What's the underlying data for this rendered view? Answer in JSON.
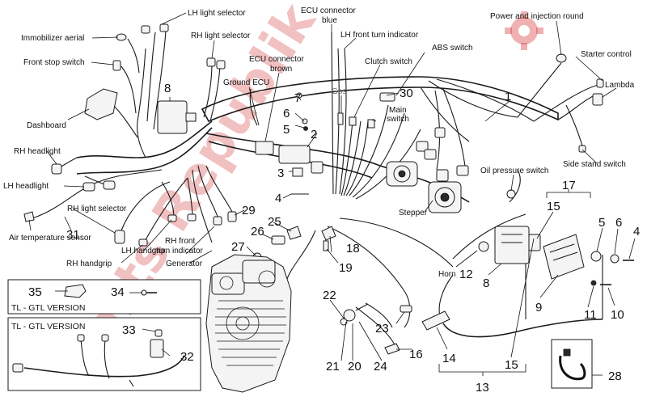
{
  "watermark": "Parts Republik",
  "labels": [
    {
      "id": "lh-light-selector-top",
      "text": "LH light selector"
    },
    {
      "id": "immobilizer-aerial",
      "text": "Immobilizer aerial"
    },
    {
      "id": "front-stop-switch",
      "text": "Front stop switch"
    },
    {
      "id": "dashboard",
      "text": "Dashboard"
    },
    {
      "id": "rh-headlight",
      "text": "RH headlight"
    },
    {
      "id": "lh-headlight",
      "text": "LH headlight"
    },
    {
      "id": "rh-light-selector-left",
      "text": "RH light selector"
    },
    {
      "id": "air-temperature-sensor",
      "text": "Air temperature sensor"
    },
    {
      "id": "rh-handgrip",
      "text": "RH handgrip"
    },
    {
      "id": "lh-handgrip",
      "text": "LH handgrip"
    },
    {
      "id": "rh-light-selector-top",
      "text": "RH light selector"
    },
    {
      "id": "ecu-connector-brown-1",
      "text": "ECU connector"
    },
    {
      "id": "ecu-connector-brown-2",
      "text": "brown"
    },
    {
      "id": "ground-ecu",
      "text": "Ground ECU"
    },
    {
      "id": "ecu-connector-blue-1",
      "text": "ECU connector"
    },
    {
      "id": "ecu-connector-blue-2",
      "text": "blue"
    },
    {
      "id": "lh-front-turn-indicator",
      "text": "LH front turn indicator"
    },
    {
      "id": "clutch-switch",
      "text": "Clutch switch"
    },
    {
      "id": "abs-switch",
      "text": "ABS switch"
    },
    {
      "id": "gps",
      "text": "Gps"
    },
    {
      "id": "main-switch-1",
      "text": "Main"
    },
    {
      "id": "main-switch-2",
      "text": "switch"
    },
    {
      "id": "power-injection-round",
      "text": "Power and injection round"
    },
    {
      "id": "starter-control",
      "text": "Starter control"
    },
    {
      "id": "lambda",
      "text": "Lambda"
    },
    {
      "id": "side-stand-switch",
      "text": "Side stand switch"
    },
    {
      "id": "oil-pressure-switch",
      "text": "Oil pressure switch"
    },
    {
      "id": "stepper",
      "text": "Stepper"
    },
    {
      "id": "horn",
      "text": "Horn"
    },
    {
      "id": "rh-front-turn-indicator-1",
      "text": "RH front"
    },
    {
      "id": "rh-front-turn-indicator-2",
      "text": "turn indicator"
    },
    {
      "id": "generator",
      "text": "Generator"
    }
  ],
  "numbers": [
    {
      "id": "n1",
      "text": "1"
    },
    {
      "id": "n2",
      "text": "2"
    },
    {
      "id": "n3",
      "text": "3"
    },
    {
      "id": "n4a",
      "text": "4"
    },
    {
      "id": "n4b",
      "text": "4"
    },
    {
      "id": "n5a",
      "text": "5"
    },
    {
      "id": "n5b",
      "text": "5"
    },
    {
      "id": "n6a",
      "text": "6"
    },
    {
      "id": "n6b",
      "text": "6"
    },
    {
      "id": "n7",
      "text": "7"
    },
    {
      "id": "n8a",
      "text": "8"
    },
    {
      "id": "n8b",
      "text": "8"
    },
    {
      "id": "n9",
      "text": "9"
    },
    {
      "id": "n10",
      "text": "10"
    },
    {
      "id": "n11",
      "text": "11"
    },
    {
      "id": "n12",
      "text": "12"
    },
    {
      "id": "n13",
      "text": "13"
    },
    {
      "id": "n14",
      "text": "14"
    },
    {
      "id": "n15a",
      "text": "15"
    },
    {
      "id": "n15b",
      "text": "15"
    },
    {
      "id": "n16",
      "text": "16"
    },
    {
      "id": "n17",
      "text": "17"
    },
    {
      "id": "n18",
      "text": "18"
    },
    {
      "id": "n19",
      "text": "19"
    },
    {
      "id": "n20",
      "text": "20"
    },
    {
      "id": "n21",
      "text": "21"
    },
    {
      "id": "n22",
      "text": "22"
    },
    {
      "id": "n23",
      "text": "23"
    },
    {
      "id": "n24",
      "text": "24"
    },
    {
      "id": "n25",
      "text": "25"
    },
    {
      "id": "n26",
      "text": "26"
    },
    {
      "id": "n27",
      "text": "27"
    },
    {
      "id": "n28",
      "text": "28"
    },
    {
      "id": "n29",
      "text": "29"
    },
    {
      "id": "n30",
      "text": "30"
    },
    {
      "id": "n31",
      "text": "31"
    },
    {
      "id": "n32",
      "text": "32"
    },
    {
      "id": "n33",
      "text": "33"
    },
    {
      "id": "n34",
      "text": "34"
    },
    {
      "id": "n35",
      "text": "35"
    }
  ],
  "boxes": {
    "upper_title": "TL - GTL VERSION",
    "lower_title": "TL - GTL VERSION"
  },
  "colors": {
    "watermark": "#d02020",
    "line": "#1a1a1a",
    "label": "#111111",
    "gps": "#6a6a6a"
  }
}
